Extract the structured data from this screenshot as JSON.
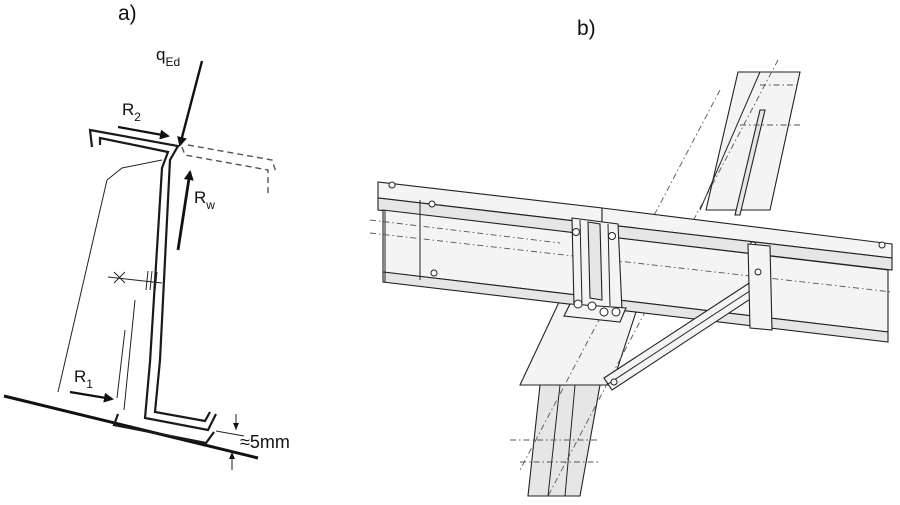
{
  "figure": {
    "panel_a_label": "a)",
    "panel_b_label": "b)",
    "load_label_main": "q",
    "load_label_sub": "Ed",
    "r2_label_main": "R",
    "r2_label_sub": "2",
    "rw_label_main": "R",
    "rw_label_sub": "w",
    "r1_label_main": "R",
    "r1_label_sub": "1",
    "gap_label": "≈5mm"
  }
}
